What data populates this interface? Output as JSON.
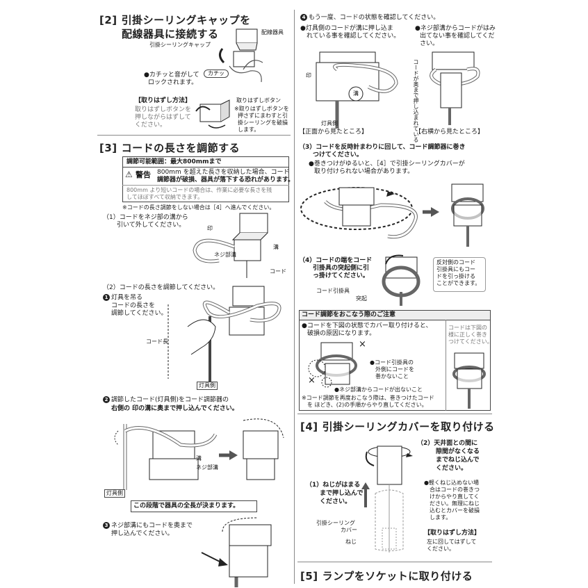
{
  "s2": {
    "num": "[2]",
    "title1": "引掛シーリングキャップを",
    "title2": "配線器具に接続する",
    "lbl_fixture": "配線器具",
    "lbl_cap": "引掛シーリングキャップ",
    "kachi": "カチッ",
    "note1": "●カチッと音がして",
    "note2": "ロックされます。",
    "remove_title": "【取りはずし方法】",
    "remove1": "取りはずしボタンを",
    "remove2": "押しながらはずして",
    "remove3": "ください。",
    "btn_lbl": "取りはずしボタン",
    "warn1": "※取りはずしボタンを",
    "warn2": "押さずにまわすと引",
    "warn3": "掛シーリングを破損",
    "warn4": "します。"
  },
  "s3": {
    "num": "[3]",
    "title": "コードの長さを調節する",
    "range": "調節可能範囲：最大800mmまで",
    "warn_label": "警告",
    "warn1": "800mm を超えた長さを収納した場合、コード",
    "warn2": "調節器が破損、器具が落下する恐れがあります。",
    "short1": "800mm より短いコードの場合は、作業に必要な長さを残",
    "short2": "してほぼすべて収納できます。",
    "skip": "※コードの長さ調節をしない場合は［4］へ進んでください。",
    "step1a": "（1）コードをネジ部の溝から",
    "step1b": "引いて外してください。",
    "lbl_mark": "印",
    "lbl_groove": "溝",
    "lbl_screw": "ネジ部溝",
    "lbl_cord": "コード",
    "step2": "（2）コードの長さを調節してください。",
    "s2_1a": "灯具を吊る",
    "s2_1b": "コードの長さを",
    "s2_1c": "調節してください。",
    "cord_len": "コード長",
    "lamp_side": "灯具側",
    "s2_2a": "調節したコード(灯具側)をコード調節器の",
    "s2_2b": "右側の",
    "s2_2c": "印の溝に奥まで押し込んでください。",
    "lbl_groove2": "溝",
    "lbl_screw2": "ネジ部溝",
    "lamp_side2": "灯具側",
    "decided": "この段階で器具の全長が決まります。",
    "s2_3a": "ネジ部溝にもコードを奥まで",
    "s2_3b": "押し込んでください。",
    "n1": "1",
    "n2": "2",
    "n3": "3"
  },
  "r4": {
    "n4": "4",
    "check": "もう一度、コードの状態を確認してください。",
    "a1": "●灯具側のコードが溝に押し込ま",
    "a2": "れている事を確認してください。",
    "b1": "●ネジ部溝からコードがはみ",
    "b2": "出てない事を確認してくだ",
    "b3": "さい。",
    "lbl_mark": "印",
    "lbl_groove": "溝",
    "lbl_lamp": "灯具側",
    "front": "【正面から見たところ】",
    "side": "【右横から見たところ】",
    "vert": "コードが奥まで押し込まれている"
  },
  "step3": {
    "a": "（3）コードを反時計まわりに回して、コード調節器に巻き",
    "b": "つけてください。",
    "c": "●巻きつけがゆるいと、［4］で引掛シーリングカバーが",
    "d": "取り付けられない場合があります。"
  },
  "step4": {
    "a": "（4）コードの端をコード",
    "b": "引掛具の突起側に引",
    "c": "っ掛けてください。",
    "hook": "コード引掛具",
    "bump": "突起",
    "note1": "反対側のコード",
    "note2": "引掛具にもコー",
    "note3": "ドを引っ掛ける",
    "note4": "ことができます。"
  },
  "caution": {
    "title": "コード調節をおこなう際のご注意",
    "a": "●コードを下図の状態でカバー取り付けると、",
    "b": "破損の原因になります。",
    "c1": "●コード引掛具の",
    "c2": "外側にコードを",
    "c3": "巻かないこと",
    "d": "●ネジ部溝からコードが出ないこと",
    "e": "※コード調節を再度おこなう際は、巻きつけたコード",
    "f": "を ほどき、(2)の手順からやり直してください。",
    "side1": "コードは下図の",
    "side2": "様に正しく巻き",
    "side3": "つけてください。",
    "x": "×"
  },
  "s4": {
    "num": "[4]",
    "title": "引掛シーリングカバーを取り付ける",
    "p2a": "（2）天井面との間に",
    "p2b": "隙間がなくなる",
    "p2c": "までねじ込んで",
    "p2d": "ください。",
    "p1a": "（1）ねじがはまる",
    "p1b": "まで押し込んで",
    "p1c": "ください。",
    "cover1": "引掛シーリング",
    "cover2": "カバー",
    "screw": "ねじ",
    "n1": "●軽くねじ込めない場",
    "n2": "合はコードの巻きつ",
    "n3": "けからやり直してく",
    "n4": "ださい。無理にねじ",
    "n5": "込むとカバーを破損",
    "n6": "します。",
    "rem_title": "【取りはずし方法】",
    "rem1": "左に回してはずして",
    "rem2": "ください。"
  },
  "s5": {
    "num": "[5]",
    "title": "ランプをソケットに取り付ける"
  }
}
